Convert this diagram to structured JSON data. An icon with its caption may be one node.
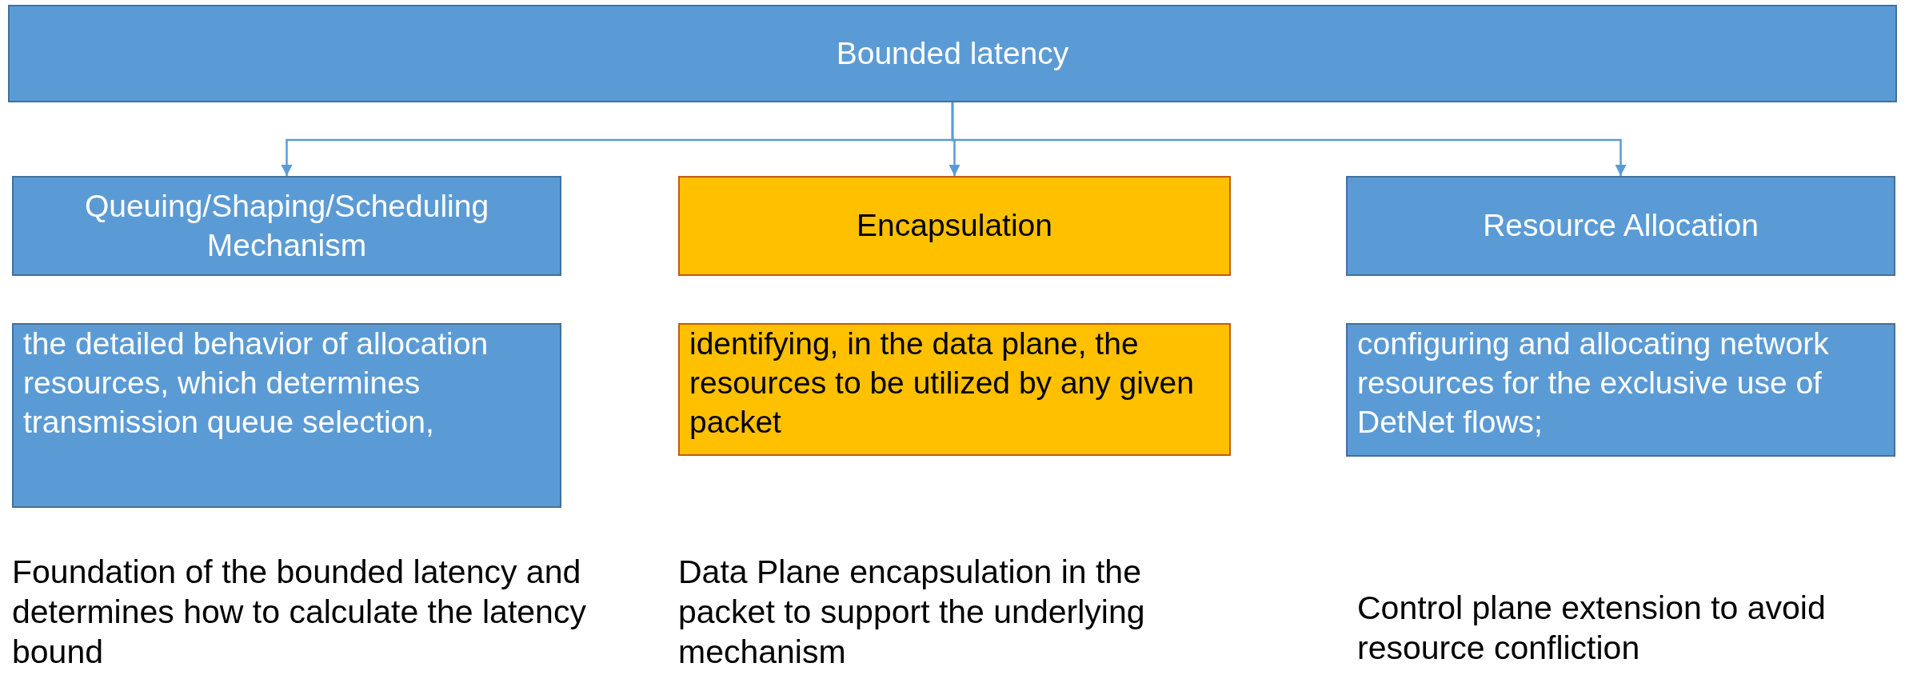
{
  "diagram": {
    "nodes": [
      {
        "text": [
          "Bounded latency"
        ]
      },
      {
        "text": [
          "Queuing/Shaping/Scheduling Mechanism"
        ]
      },
      {
        "text": [
          "Encapsulation"
        ]
      },
      {
        "text": [
          "Resource Allocation"
        ]
      },
      {
        "text": [
          "the detailed behavior of allocation resources, which determines  transmission queue selection,"
        ]
      },
      {
        "text": [
          "identifying, in the data plane, the resources to be utilized by any given packet"
        ]
      },
      {
        "text": [
          "configuring and allocating network resources for the exclusive use of DetNet flows;"
        ]
      }
    ],
    "edges": [
      {
        "from": 0,
        "to": 1,
        "arrow": "to"
      },
      {
        "from": 0,
        "to": 2,
        "arrow": "to"
      },
      {
        "from": 0,
        "to": 3,
        "arrow": "to"
      }
    ],
    "labels": [
      "Foundation of the bounded latency and determines how to calculate the latency bound",
      "Data Plane encapsulation in the packet to support the underlying mechanism",
      "Control plane extension to avoid resource confliction"
    ]
  }
}
